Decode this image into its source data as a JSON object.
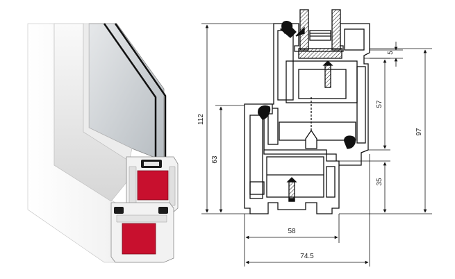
{
  "figure": {
    "dimensions": {
      "overall_height": "112",
      "sash_height": "97",
      "frame_height": "63",
      "upper_chamber": "57",
      "lower_chamber": "35",
      "glazing_bead": "5",
      "sash_width": "58",
      "frame_depth": "74.5"
    },
    "colors": {
      "profile_fill": "#f4f4f4",
      "profile_stroke": "#111111",
      "reinforcement": "#c8102e",
      "gasket": "#1a1a1a",
      "glass": "#bfc4c8"
    }
  }
}
